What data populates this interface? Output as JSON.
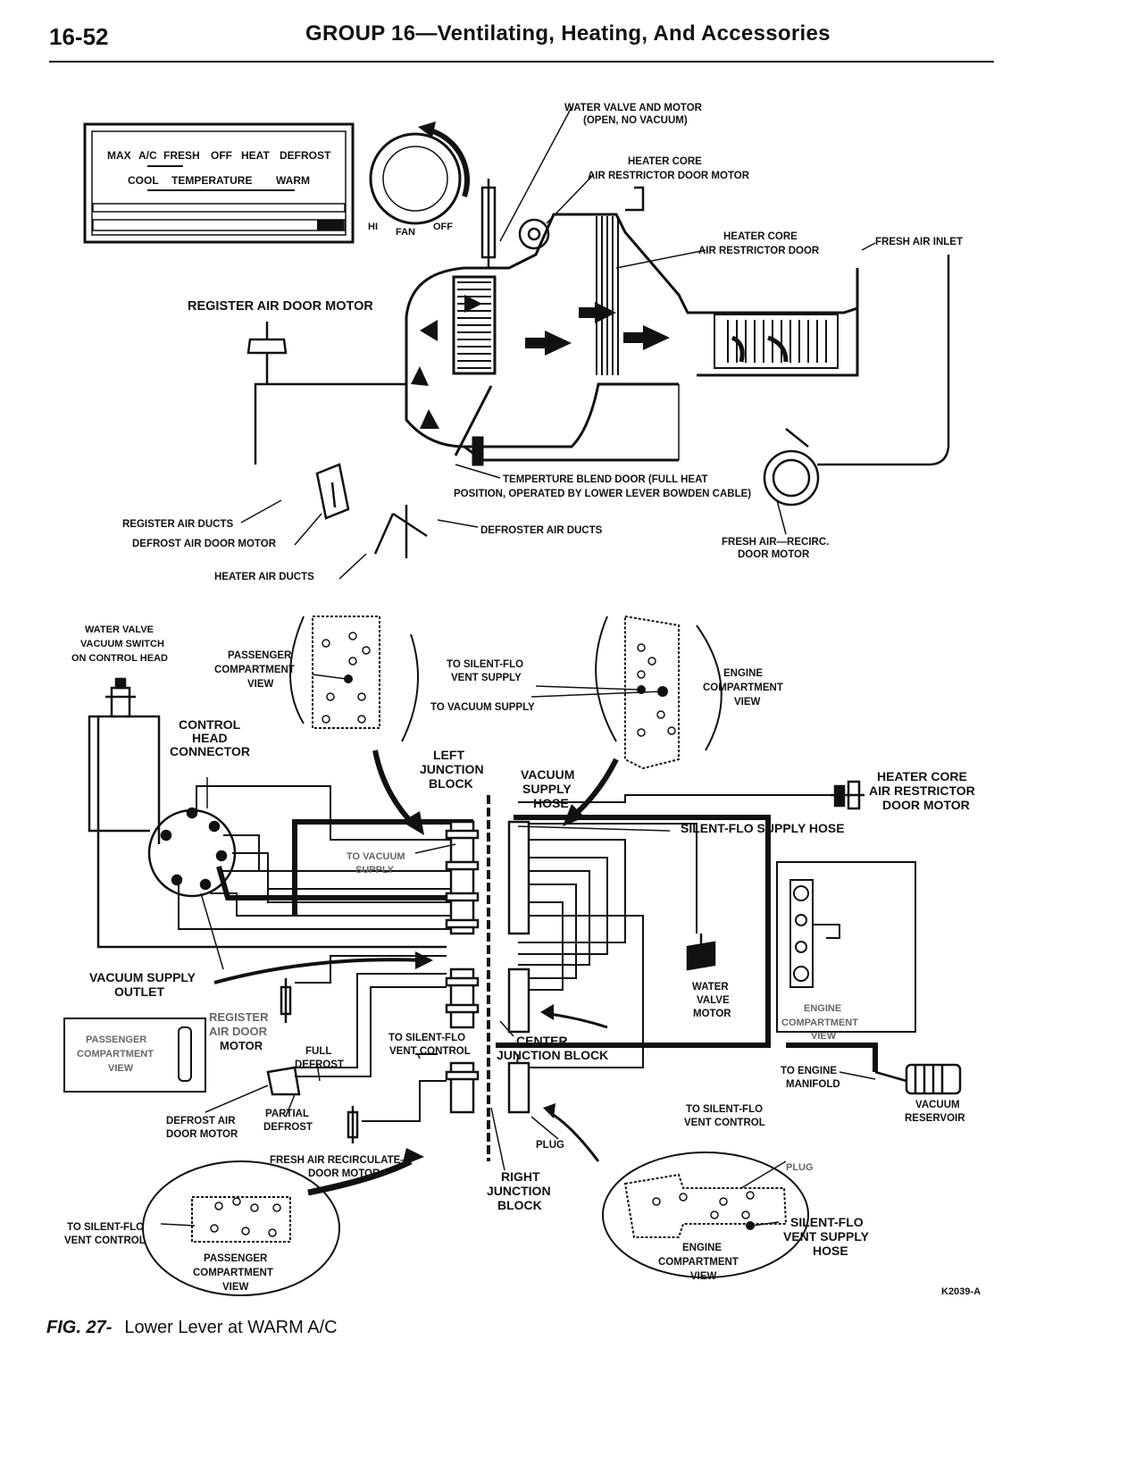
{
  "header": {
    "page_number": "16-52",
    "title": "GROUP 16—Ventilating, Heating, And Accessories"
  },
  "control_panel": {
    "row1": [
      "MAX",
      "A/C",
      "FRESH",
      "OFF",
      "HEAT",
      "DEFROST"
    ],
    "row2": [
      "COOL",
      "TEMPERATURE",
      "WARM"
    ],
    "fan": [
      "HI",
      "FAN",
      "OFF"
    ]
  },
  "top_labels": {
    "water_valve_motor": [
      "WATER VALVE AND MOTOR",
      "(OPEN, NO VACUUM)"
    ],
    "heater_core_motor": [
      "HEATER CORE",
      "AIR RESTRICTOR DOOR MOTOR"
    ],
    "heater_core_door": [
      "HEATER CORE",
      "AIR RESTRICTOR DOOR"
    ],
    "fresh_air_inlet": "FRESH AIR INLET",
    "register_air_door_motor": "REGISTER AIR DOOR MOTOR",
    "temp_blend_door": [
      "TEMPERTURE BLEND DOOR (FULL HEAT",
      "POSITION, OPERATED BY LOWER LEVER BOWDEN CABLE)"
    ],
    "register_air_ducts": "REGISTER AIR DUCTS",
    "defrost_air_door_motor": "DEFROST AIR DOOR MOTOR",
    "defroster_air_ducts": "DEFROSTER AIR DUCTS",
    "heater_air_ducts": "HEATER AIR DUCTS",
    "fresh_air_recirc_motor": [
      "FRESH AIR—RECIRC.",
      "DOOR MOTOR"
    ]
  },
  "bottom_labels": {
    "water_valve_switch": [
      "WATER VALVE",
      "VACUUM SWITCH",
      "ON CONTROL HEAD"
    ],
    "passenger_view_top": [
      "PASSENGER",
      "COMPARTMENT",
      "VIEW"
    ],
    "to_silent_flo_supply": [
      "TO SILENT-FLO",
      "VENT SUPPLY"
    ],
    "to_vacuum_supply": "TO VACUUM SUPPLY",
    "engine_view_top": [
      "ENGINE",
      "COMPARTMENT",
      "VIEW"
    ],
    "control_head_connector": [
      "CONTROL",
      "HEAD",
      "CONNECTOR"
    ],
    "left_junction_block": [
      "LEFT",
      "JUNCTION",
      "BLOCK"
    ],
    "vacuum_supply_hose": [
      "VACUUM",
      "SUPPLY",
      "HOSE"
    ],
    "heater_core_motor": [
      "HEATER CORE",
      "AIR RESTRICTOR",
      "DOOR MOTOR"
    ],
    "silent_flo_supply_hose": "SILENT-FLO SUPPLY HOSE",
    "to_vacuum_supply_inner": [
      "TO VACUUM",
      "SUPPLY"
    ],
    "vacuum_supply_outlet": [
      "VACUUM SUPPLY",
      "OUTLET"
    ],
    "water_valve_motor": [
      "WATER",
      "VALVE",
      "MOTOR"
    ],
    "engine_view_mid": [
      "ENGINE",
      "COMPARTMENT",
      "VIEW"
    ],
    "passenger_view_mid": [
      "PASSENGER",
      "COMPARTMENT",
      "VIEW"
    ],
    "register_air_door_motor": [
      "REGISTER",
      "AIR DOOR",
      "MOTOR"
    ],
    "full_defrost": [
      "FULL",
      "DEFROST"
    ],
    "to_silent_flo_control_mid": [
      "TO SILENT-FLO",
      "VENT CONTROL"
    ],
    "center_junction_block": [
      "CENTER",
      "JUNCTION BLOCK"
    ],
    "to_engine_manifold": [
      "TO ENGINE",
      "MANIFOLD"
    ],
    "vacuum_reservoir": [
      "VACUUM",
      "RESERVOIR"
    ],
    "defrost_air_door_motor": [
      "DEFROST AIR",
      "DOOR MOTOR"
    ],
    "partial_defrost": [
      "PARTIAL",
      "DEFROST"
    ],
    "to_silent_flo_control_right": [
      "TO SILENT-FLO",
      "VENT CONTROL"
    ],
    "plug": "PLUG",
    "fresh_air_recirc_motor": [
      "FRESH AIR RECIRCULATE—",
      "DOOR MOTOR"
    ],
    "right_junction_block": [
      "RIGHT",
      "JUNCTION",
      "BLOCK"
    ],
    "plug_light": "PLUG",
    "to_silent_flo_control_left": [
      "TO SILENT-FLO",
      "VENT CONTROL"
    ],
    "passenger_view_bottom": [
      "PASSENGER",
      "COMPARTMENT",
      "VIEW"
    ],
    "engine_view_bottom": [
      "ENGINE",
      "COMPARTMENT",
      "VIEW"
    ],
    "silent_flo_supply_hose_bottom": [
      "SILENT-FLO",
      "VENT SUPPLY",
      "HOSE"
    ]
  },
  "figure_code": "K2039-A",
  "caption": {
    "figure": "FIG. 27-",
    "text": "Lower Lever at WARM A/C"
  }
}
